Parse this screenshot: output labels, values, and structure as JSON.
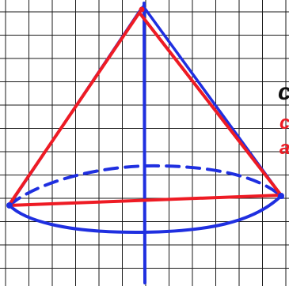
{
  "colors": {
    "background": "#ffffff",
    "grid": "#1a1a1a",
    "axis": "#1f2fe0",
    "cone_outline": "#1f2fe0",
    "triangle": "#ee1b24",
    "text_dark": "#111111",
    "text_red": "#ee1b24"
  },
  "cut_off_text": {
    "line_1": "c",
    "line_2": "c",
    "line_3": "a"
  }
}
